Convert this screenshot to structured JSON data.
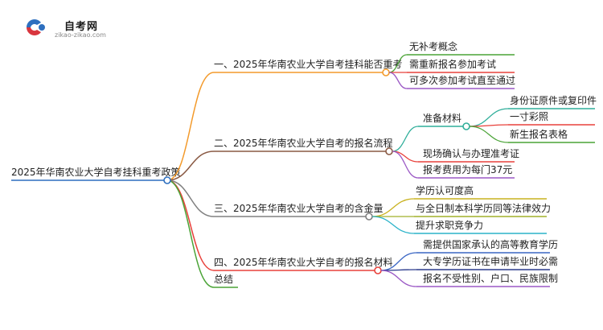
{
  "logo": {
    "title": "自考网",
    "subtitle": "zikao-zikao.com",
    "colors": {
      "blue": "#2d6fbf",
      "red": "#d9363e"
    }
  },
  "mindmap": {
    "root": "2025年华南农业大学自考挂科重考政策",
    "branches": [
      {
        "label": "一、2025年华南农业大学自考挂科能否重考",
        "color": "#f39a2b",
        "children": [
          {
            "label": "无补考概念",
            "color": "#4aa336"
          },
          {
            "label": "需重新报名参加考试",
            "color": "#e8413b"
          },
          {
            "label": "可多次参加考试直至通过",
            "color": "#9b59c5"
          }
        ]
      },
      {
        "label": "二、2025年华南农业大学自考的报名流程",
        "color": "#8a5a44",
        "children": [
          {
            "label": "准备材料",
            "color": "#2fae9a",
            "children": [
              {
                "label": "身份证原件或复印件",
                "color": "#2fae9a"
              },
              {
                "label": "一寸彩照",
                "color": "#e8413b"
              },
              {
                "label": "新生报名表格",
                "color": "#4aa336"
              }
            ]
          },
          {
            "label": "现场确认与办理准考证",
            "color": "#e8413b"
          },
          {
            "label": "报考费用为每门37元",
            "color": "#9b59c5"
          }
        ]
      },
      {
        "label": "三、2025年华南农业大学自考的含金量",
        "color": "#808080",
        "children": [
          {
            "label": "学历认可度高",
            "color": "#c9b21f"
          },
          {
            "label": "与全日制本科学历同等法律效力",
            "color": "#a0b02a"
          },
          {
            "label": "提升求职竞争力",
            "color": "#2bb3c9"
          }
        ]
      },
      {
        "label": "四、2025年华南农业大学自考的报名材料",
        "color": "#e8413b",
        "children": [
          {
            "label": "需提供国家承认的高等教育学历",
            "color": "#3a66c4"
          },
          {
            "label": "大专学历证书在申请毕业时必需",
            "color": "#2a3a8c"
          },
          {
            "label": "报名不受性别、户口、民族限制",
            "color": "#9b59c5"
          }
        ]
      },
      {
        "label": "总结",
        "color": "#4aa336",
        "children": []
      }
    ],
    "root_color": "#2d6fbf"
  }
}
